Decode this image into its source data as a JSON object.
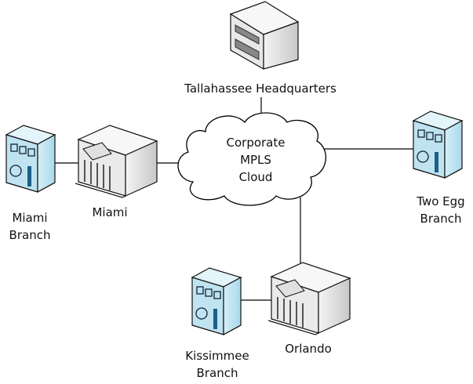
{
  "nodes": {
    "hq": {
      "label": "Tallahassee Headquarters",
      "icon": "office-building-icon"
    },
    "cloud": {
      "lines": [
        "Corporate",
        "MPLS",
        "Cloud"
      ],
      "icon": "cloud-icon"
    },
    "miami": {
      "label": "Miami",
      "icon": "bank-building-icon"
    },
    "miami_branch": {
      "lines": [
        "Miami",
        "Branch"
      ],
      "icon": "branch-building-icon"
    },
    "two_egg": {
      "lines": [
        "Two Egg",
        "Branch"
      ],
      "icon": "branch-building-icon"
    },
    "orlando": {
      "label": "Orlando",
      "icon": "bank-building-icon"
    },
    "kissimmee": {
      "lines": [
        "Kissimmee",
        "Branch"
      ],
      "icon": "branch-building-icon"
    }
  },
  "edges": [
    [
      "Tallahassee Headquarters",
      "Corporate MPLS Cloud"
    ],
    [
      "Miami",
      "Corporate MPLS Cloud"
    ],
    [
      "Two Egg Branch",
      "Corporate MPLS Cloud"
    ],
    [
      "Orlando",
      "Corporate MPLS Cloud"
    ],
    [
      "Miami Branch",
      "Miami"
    ],
    [
      "Kissimmee Branch",
      "Orlando"
    ]
  ],
  "colors": {
    "branch": "#bfe3f0",
    "bank": "#e6e6e6",
    "line": "#000000"
  }
}
